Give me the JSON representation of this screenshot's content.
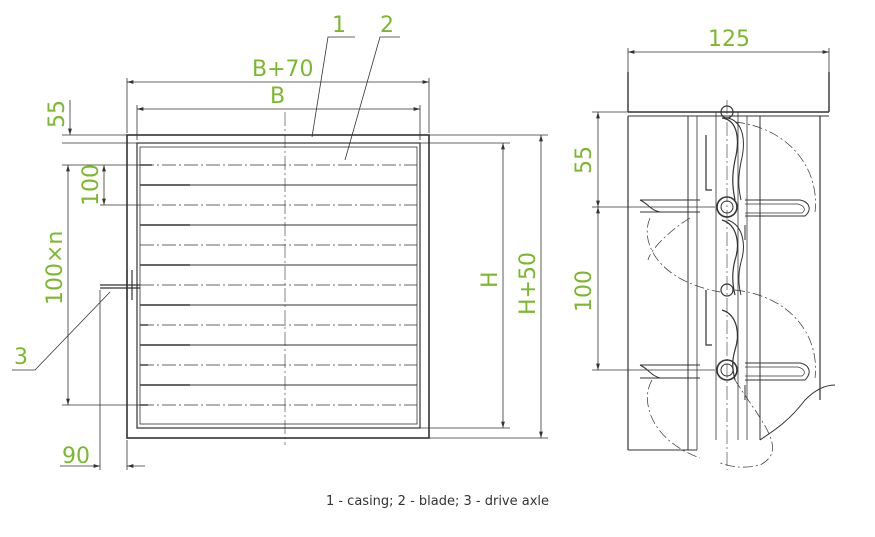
{
  "colors": {
    "accent": "#7cb82f",
    "line": "#333333"
  },
  "labels": {
    "b70": "B+70",
    "b": "B",
    "d55": "55",
    "d100": "100",
    "d100n": "100×n",
    "d90": "90",
    "h": "H",
    "h50": "H+50",
    "d125": "125",
    "sd55": "55",
    "sd100": "100"
  },
  "callouts": {
    "one": "1",
    "two": "2",
    "three": "3"
  },
  "caption": "1 - casing; 2 - blade; 3 - drive axle"
}
